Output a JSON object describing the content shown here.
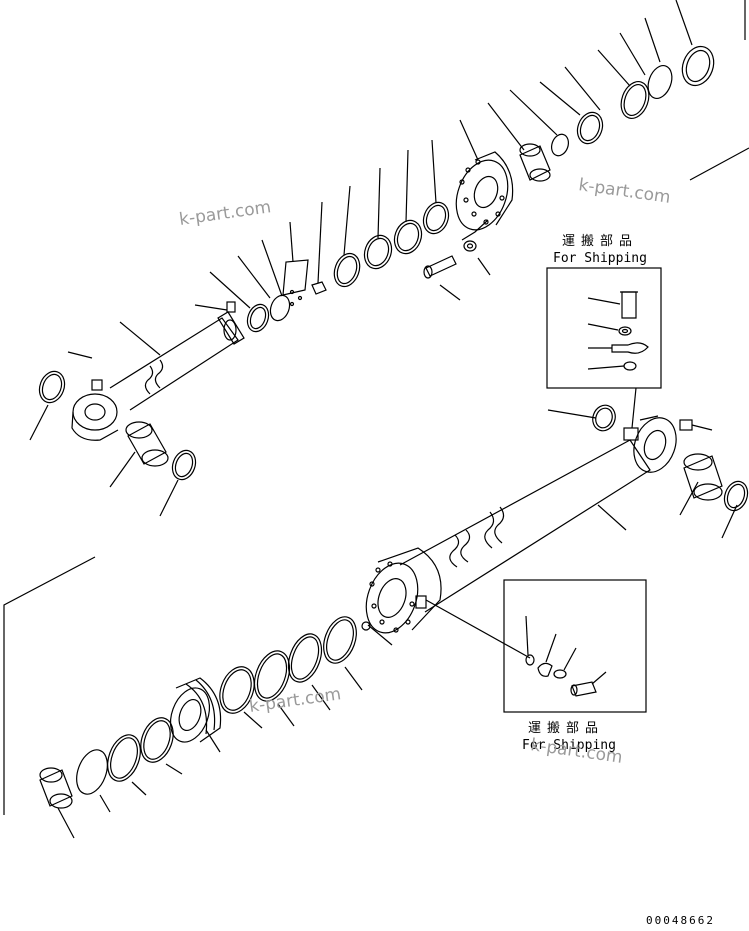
{
  "shipping_box_top": {
    "label_jp": "運搬部品",
    "label_en": "For Shipping"
  },
  "shipping_box_bottom": {
    "label_jp": "運搬部品",
    "label_en": "For Shipping"
  },
  "watermarks": [
    "k-part.com",
    "k-part.com",
    "k-part.com",
    "k-part.com"
  ],
  "drawing_code": "00048662"
}
